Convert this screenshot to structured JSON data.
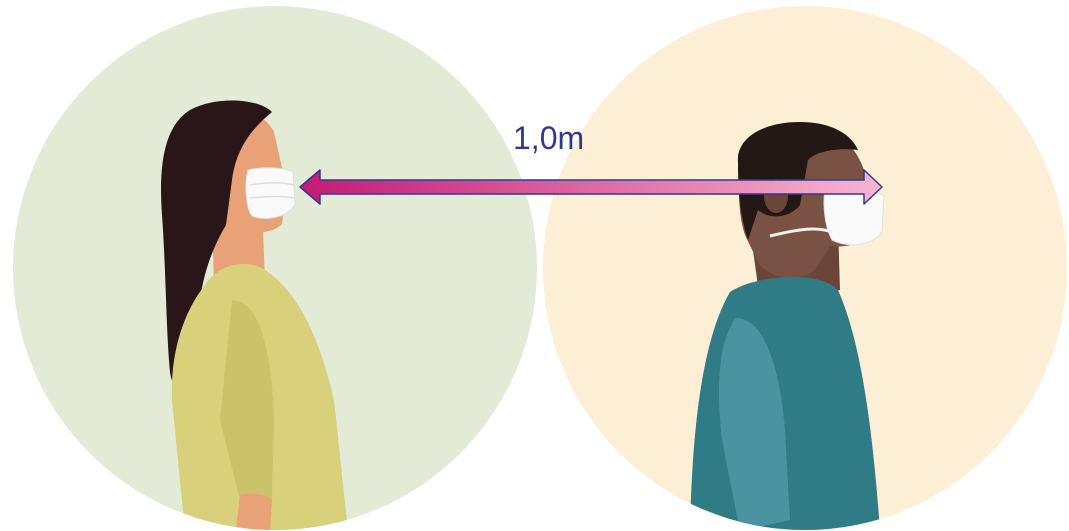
{
  "distance": {
    "label": "1,0m",
    "value_m": 1.0
  },
  "colors": {
    "left_circle": "#e3ead5",
    "right_circle": "#fdefd5",
    "label_text": "#2c3a8e",
    "arrow_start": "#c41a74",
    "arrow_end": "#f7b6d2",
    "arrow_outline": "#2c3a8e",
    "woman_hair": "#2a1519",
    "woman_skin": "#e9a178",
    "woman_top": "#d8d07a",
    "man_hair": "#231814",
    "man_skin": "#7a5243",
    "man_top": "#2f7b86",
    "mask": "#fafafa"
  },
  "icons": [
    "woman-masked-figure",
    "man-masked-figure",
    "double-headed-arrow"
  ]
}
